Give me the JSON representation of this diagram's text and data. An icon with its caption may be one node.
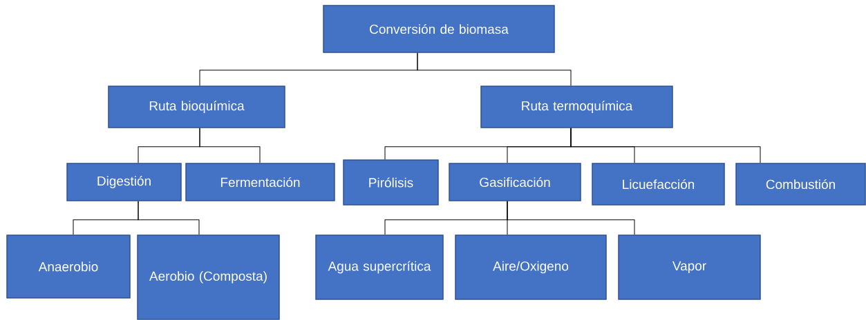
{
  "diagram": {
    "nodes": [
      {
        "text": [
          "Conversión de biomasa"
        ]
      },
      {
        "text": [
          "Ruta bioquímica"
        ]
      },
      {
        "text": [
          "Ruta termoquímica"
        ]
      },
      {
        "text": [
          "Digestión"
        ]
      },
      {
        "text": [
          "Fermentación"
        ]
      },
      {
        "text": [
          "Pirólisis"
        ]
      },
      {
        "text": [
          "Gasificación"
        ]
      },
      {
        "text": [
          "Licuefacción"
        ]
      },
      {
        "text": [
          "Combustión"
        ]
      },
      {
        "text": [
          "Anaerobio"
        ]
      },
      {
        "text": [
          "Aerobio (Composta)"
        ]
      },
      {
        "text": [
          "Agua supercrítica"
        ]
      },
      {
        "text": [
          "Aire/Oxigeno"
        ]
      },
      {
        "text": [
          "Vapor"
        ]
      }
    ],
    "edges": [
      {
        "from": 0,
        "to": 1,
        "arrow": "none"
      },
      {
        "from": 0,
        "to": 2,
        "arrow": "none"
      },
      {
        "from": 1,
        "to": 3,
        "arrow": "none"
      },
      {
        "from": 1,
        "to": 4,
        "arrow": "none"
      },
      {
        "from": 2,
        "to": 5,
        "arrow": "none"
      },
      {
        "from": 2,
        "to": 6,
        "arrow": "none"
      },
      {
        "from": 2,
        "to": 7,
        "arrow": "none"
      },
      {
        "from": 2,
        "to": 8,
        "arrow": "none"
      },
      {
        "from": 3,
        "to": 9,
        "arrow": "none"
      },
      {
        "from": 3,
        "to": 10,
        "arrow": "none"
      },
      {
        "from": 6,
        "to": 11,
        "arrow": "none"
      },
      {
        "from": 6,
        "to": 12,
        "arrow": "none"
      },
      {
        "from": 6,
        "to": 13,
        "arrow": "none"
      }
    ]
  }
}
